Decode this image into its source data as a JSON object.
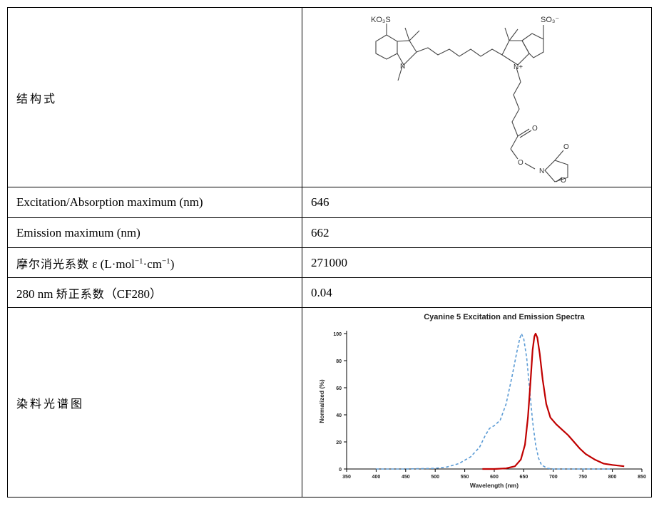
{
  "rows": {
    "structure_label": "结构式",
    "excitation_label": "Excitation/Absorption maximum (nm)",
    "excitation_value": "646",
    "emission_label": "Emission maximum (nm)",
    "emission_value": "662",
    "extinction_label_zh": "摩尔消光系数",
    "extinction_label_en": "ε (L·mol",
    "extinction_sup1": "−1",
    "extinction_mid": "·cm",
    "extinction_sup2": "−1",
    "extinction_close": ")",
    "extinction_value": "271000",
    "cf_label_num": "280 nm",
    "cf_label_zh": "矫正系数",
    "cf_label_paren": "（CF280）",
    "cf_value": "0.04",
    "spectrum_label": "染料光谱图"
  },
  "structure": {
    "group_left": "KO₃S",
    "group_right": "SO₃⁻",
    "n_left": "N",
    "n_right": "N+",
    "o_ester": "O",
    "o_link": "O",
    "n_imide": "N",
    "o_top": "O",
    "o_bottom": "O"
  },
  "chart_data": {
    "type": "line",
    "title": "Cyanine 5 Excitation and Emission Spectra",
    "xlabel": "Wavelength (nm)",
    "ylabel": "Normalized (%)",
    "xlim": [
      350,
      850
    ],
    "ylim": [
      0,
      100
    ],
    "xticks": [
      350,
      400,
      450,
      500,
      550,
      600,
      650,
      700,
      750,
      800,
      850
    ],
    "yticks": [
      0,
      20,
      40,
      60,
      80,
      100
    ],
    "grid": false,
    "legend": "none",
    "series": [
      {
        "style": "dashed",
        "color": "#5b9bd5",
        "points": [
          [
            400,
            0
          ],
          [
            450,
            0
          ],
          [
            500,
            0.5
          ],
          [
            520,
            1.5
          ],
          [
            540,
            4
          ],
          [
            560,
            9
          ],
          [
            575,
            16
          ],
          [
            585,
            25
          ],
          [
            592,
            30
          ],
          [
            600,
            32
          ],
          [
            610,
            36
          ],
          [
            620,
            48
          ],
          [
            630,
            68
          ],
          [
            638,
            86
          ],
          [
            643,
            96
          ],
          [
            646,
            100
          ],
          [
            650,
            96
          ],
          [
            655,
            82
          ],
          [
            660,
            58
          ],
          [
            665,
            35
          ],
          [
            670,
            18
          ],
          [
            675,
            8
          ],
          [
            680,
            3
          ],
          [
            690,
            0.5
          ],
          [
            700,
            0
          ],
          [
            750,
            0
          ],
          [
            800,
            0
          ]
        ]
      },
      {
        "style": "solid",
        "color": "#c00000",
        "points": [
          [
            580,
            0
          ],
          [
            600,
            0
          ],
          [
            620,
            0.5
          ],
          [
            635,
            2
          ],
          [
            645,
            7
          ],
          [
            652,
            18
          ],
          [
            657,
            38
          ],
          [
            661,
            62
          ],
          [
            665,
            88
          ],
          [
            668,
            98
          ],
          [
            670,
            100
          ],
          [
            673,
            97
          ],
          [
            677,
            85
          ],
          [
            682,
            66
          ],
          [
            688,
            48
          ],
          [
            695,
            38
          ],
          [
            705,
            33
          ],
          [
            715,
            29
          ],
          [
            725,
            25
          ],
          [
            735,
            20
          ],
          [
            745,
            15
          ],
          [
            755,
            11
          ],
          [
            770,
            7
          ],
          [
            785,
            4
          ],
          [
            800,
            3
          ],
          [
            820,
            2
          ]
        ]
      }
    ]
  }
}
